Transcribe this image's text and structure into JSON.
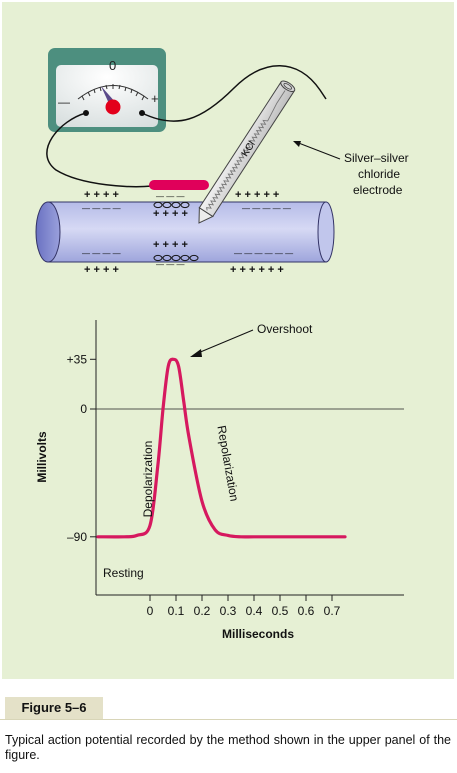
{
  "colors": {
    "panel_bg": "#e6f0d4",
    "meter_green": "#4d8f7f",
    "nerve_fill": "#c7cbee",
    "nerve_stroke": "#333366",
    "red": "#e0005a",
    "trace": "#d6195f"
  },
  "meter": {
    "zero_label": "0",
    "minus_label": "—",
    "plus_label": "+"
  },
  "electrode": {
    "kcl_label": "KCl",
    "label_lines": [
      "Silver–silver",
      "chloride",
      "electrode"
    ]
  },
  "nerve": {
    "top_left_charges": "+ + + +",
    "top_right_charges": "+ + + + +",
    "inner_left_top": "— — — —",
    "inner_right_top": "— — — — —",
    "active_top_outer": "— — —",
    "active_top_inner": "+ + + +",
    "active_bottom_inner": "+ + + +",
    "active_bottom_outer": "— — —",
    "inner_left_bottom": "— — — —",
    "inner_right_bottom": "— — — — — —",
    "bottom_left_charges": "+ + + +",
    "bottom_right_charges": "+ + + + + +"
  },
  "chart_data": {
    "type": "line",
    "ylabel": "Millivolts",
    "xlabel": "Milliseconds",
    "y_ticks": [
      "+35",
      "0",
      "–90"
    ],
    "x_ticks": [
      "0",
      "0.1",
      "0.2",
      "0.3",
      "0.4",
      "0.5",
      "0.6",
      "0.7"
    ],
    "series": [
      {
        "x": [
          -0.2,
          -0.1,
          -0.05,
          0,
          0.03,
          0.05,
          0.07,
          0.09,
          0.11,
          0.13,
          0.15,
          0.2,
          0.25,
          0.3,
          0.35,
          0.4,
          0.5,
          0.6,
          0.7,
          0.75
        ],
        "y": [
          -90,
          -90,
          -89,
          -82,
          -40,
          0,
          30,
          35,
          30,
          5,
          -20,
          -65,
          -85,
          -89,
          -90,
          -90,
          -90,
          -90,
          -90,
          -90
        ]
      }
    ],
    "annotations": {
      "overshoot": "Overshoot",
      "depolarization": "Depolarization",
      "repolarization": "Repolarization",
      "resting": "Resting"
    }
  },
  "figure_label": "Figure 5–6",
  "caption": "Typical action potential recorded by the method shown in the upper panel of the figure."
}
